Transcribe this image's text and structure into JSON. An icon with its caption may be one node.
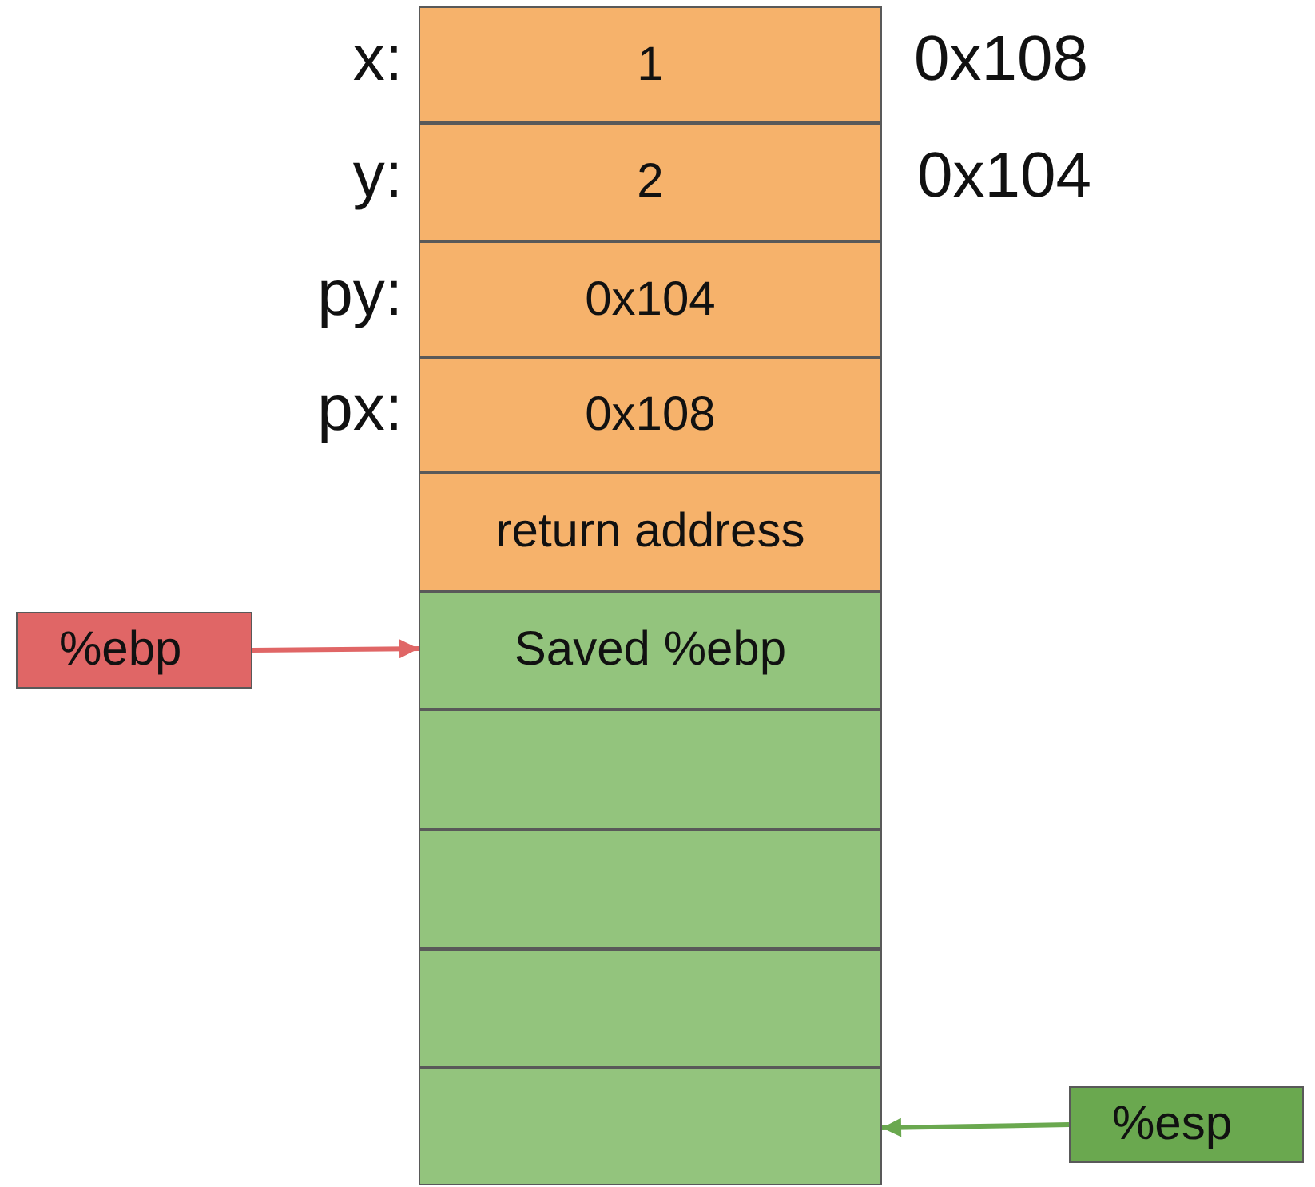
{
  "diagram": {
    "nodes": [
      {
        "text": [
          "1"
        ],
        "beside": [
          "x:",
          "0x108"
        ]
      },
      {
        "text": [
          "2"
        ],
        "beside": [
          "y:",
          "0x104"
        ]
      },
      {
        "text": [
          "0x104"
        ],
        "beside": [
          "py:"
        ]
      },
      {
        "text": [
          "0x108"
        ],
        "beside": [
          "px:"
        ]
      },
      {
        "text": [
          "return address"
        ]
      },
      {
        "text": [
          "Saved %ebp"
        ]
      },
      {
        "text": [],
        "shape": "box"
      },
      {
        "text": [],
        "shape": "box"
      },
      {
        "text": [],
        "shape": "box"
      },
      {
        "text": [],
        "shape": "box"
      },
      {
        "text": [
          "%ebp"
        ]
      },
      {
        "text": [
          "%esp"
        ]
      }
    ],
    "edges": [
      {
        "from": 10,
        "to": 5,
        "arrow": "to",
        "color": "#e06666"
      },
      {
        "from": 11,
        "to": 9,
        "arrow": "to",
        "color": "#6aa84f"
      }
    ]
  }
}
